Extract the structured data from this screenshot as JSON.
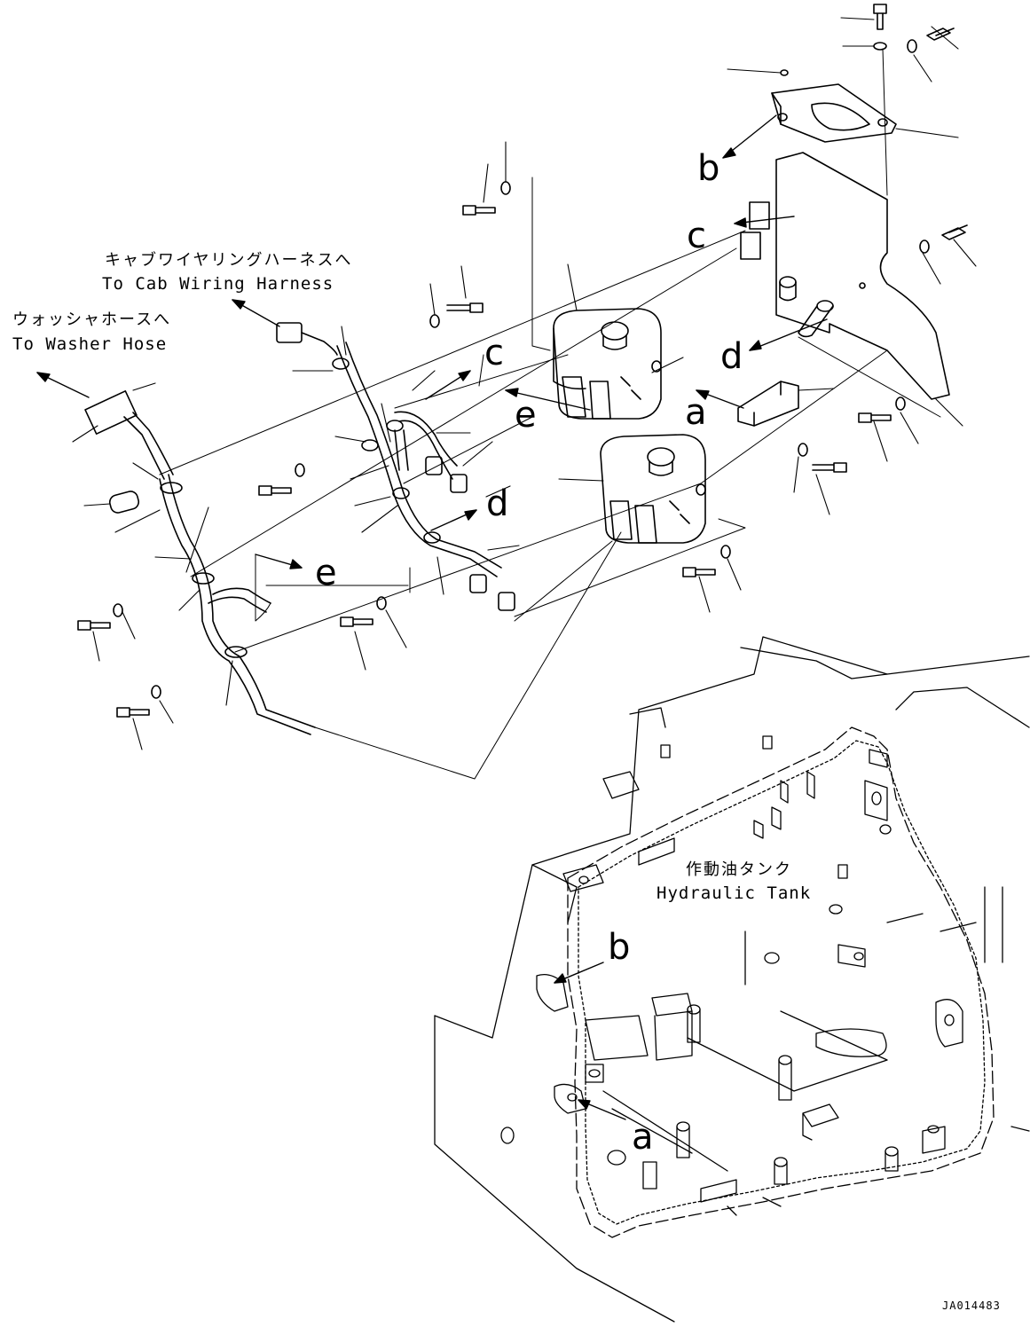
{
  "labels": {
    "cab_wiring_jp": "キャブワイヤリングハーネスへ",
    "cab_wiring_en": "To Cab Wiring Harness",
    "washer_hose_jp": "ウォッシャホースへ",
    "washer_hose_en": "To Washer Hose",
    "hydraulic_tank_jp": "作動油タンク",
    "hydraulic_tank_en": "Hydraulic Tank",
    "drawing_code": "JA014483"
  },
  "callouts": {
    "a_top": "a",
    "b_top": "b",
    "c_top": "c",
    "c_right": "c",
    "d_right": "d",
    "d_mid": "d",
    "e_mid": "e",
    "e_left": "e",
    "b_lower": "b",
    "a_lower": "a"
  }
}
